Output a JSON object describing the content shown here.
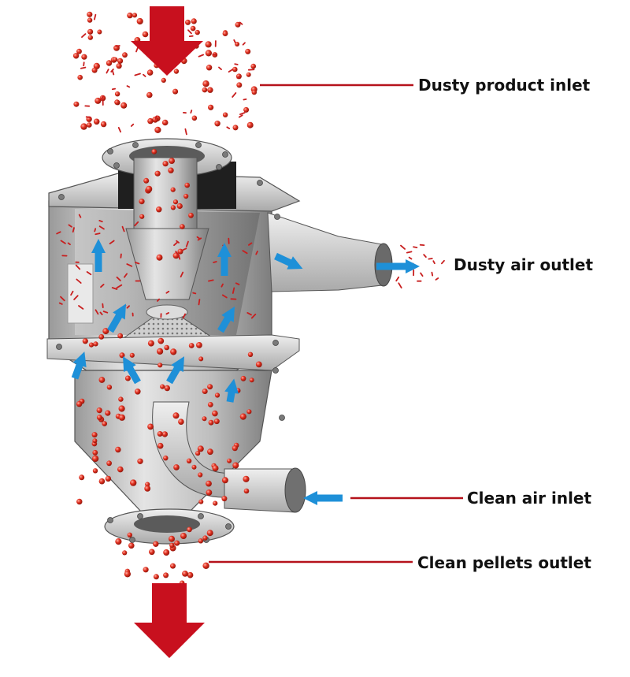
{
  "diagram": {
    "labels": {
      "dusty_product_inlet": "Dusty product inlet",
      "dusty_air_outlet": "Dusty air outlet",
      "clean_air_inlet": "Clean air inlet",
      "clean_pellets_outlet": "Clean pellets outlet"
    },
    "colors": {
      "callout_line": "#b5121b",
      "flow_arrow_red": "#c8101e",
      "air_arrow_blue": "#1e90d8",
      "particle": "#e23222",
      "steel_light": "#d8d8d8",
      "steel_dark": "#8a8a8a",
      "label_text": "#111111"
    },
    "icons": [
      "down-arrow-icon",
      "air-arrow-icon",
      "particle-icon"
    ]
  }
}
